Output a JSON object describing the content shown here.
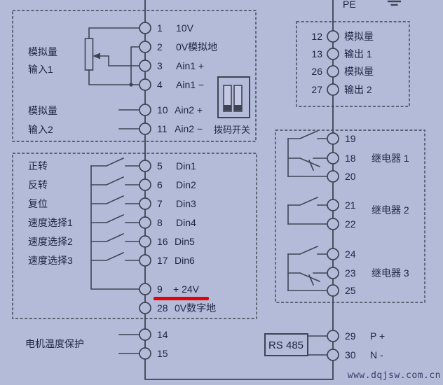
{
  "colors": {
    "background": "#b4bbd9",
    "line": "#3f4452",
    "text": "#1e2440",
    "annotation_red": "#e60008",
    "watermark": "#35406f"
  },
  "left": {
    "analog1": {
      "line1": "模拟量",
      "line2": "输入1"
    },
    "analog2": {
      "line1": "模拟量",
      "line2": "输入2"
    },
    "functions": [
      "正转",
      "反转",
      "复位",
      "速度选择1",
      "速度选择2",
      "速度选择3"
    ],
    "motor_temp": "电机温度保护",
    "dip_label": "拨码开关",
    "terminals": [
      {
        "num": "1",
        "label": "10V"
      },
      {
        "num": "2",
        "label": "0V模拟地"
      },
      {
        "num": "3",
        "label": "Ain1 +"
      },
      {
        "num": "4",
        "label": "Ain1 −"
      },
      {
        "num": "10",
        "label": "Ain2 +"
      },
      {
        "num": "11",
        "label": "Ain2 −"
      },
      {
        "num": "5",
        "label": "Din1"
      },
      {
        "num": "6",
        "label": "Din2"
      },
      {
        "num": "7",
        "label": "Din3"
      },
      {
        "num": "8",
        "label": "Din4"
      },
      {
        "num": "16",
        "label": "Din5"
      },
      {
        "num": "17",
        "label": "Din6"
      },
      {
        "num": "9",
        "label": "+ 24V"
      },
      {
        "num": "28",
        "label": "0V数字地"
      },
      {
        "num": "14",
        "label": ""
      },
      {
        "num": "15",
        "label": ""
      }
    ]
  },
  "right": {
    "pe": "PE",
    "analog_out": [
      {
        "num": "12",
        "label": "模拟量"
      },
      {
        "num": "13",
        "label": "输出 1"
      },
      {
        "num": "26",
        "label": "模拟量"
      },
      {
        "num": "27",
        "label": "输出 2"
      }
    ],
    "relays": [
      {
        "name": "继电器 1",
        "t": [
          "19",
          "18",
          "20"
        ]
      },
      {
        "name": "继电器 2",
        "t": [
          "21",
          "22"
        ]
      },
      {
        "name": "继电器 3",
        "t": [
          "24",
          "23",
          "25"
        ]
      }
    ],
    "comm": [
      {
        "num": "29",
        "label": "P +"
      },
      {
        "num": "30",
        "label": "N -"
      }
    ],
    "rs485": "RS 485"
  },
  "watermark": "www.dqjsw.com.cn"
}
